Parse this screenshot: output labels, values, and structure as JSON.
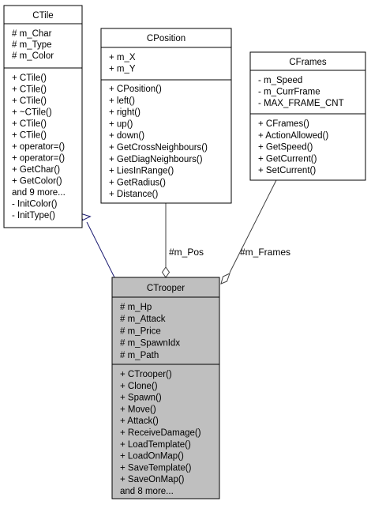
{
  "colors": {
    "box_fill": "#ffffff",
    "box_fill_highlight": "#bfbfbf",
    "border": "#000000",
    "inheritance_edge": "#191970",
    "association_edge": "#404040"
  },
  "classes": {
    "ctile": {
      "name": "CTile",
      "attributes": [
        "# m_Char",
        "# m_Type",
        "# m_Color"
      ],
      "methods": [
        "+ CTile()",
        "+ CTile()",
        "+ CTile()",
        "+ ~CTile()",
        "+ CTile()",
        "+ CTile()",
        "+ operator=()",
        "+ operator=()",
        "+ GetChar()",
        "+ GetColor()",
        "and 9 more...",
        "- InitColor()",
        "- InitType()"
      ]
    },
    "cposition": {
      "name": "CPosition",
      "attributes": [
        "+ m_X",
        "+ m_Y"
      ],
      "methods": [
        "+ CPosition()",
        "+ left()",
        "+ right()",
        "+ up()",
        "+ down()",
        "+ GetCrossNeighbours()",
        "+ GetDiagNeighbours()",
        "+ LiesInRange()",
        "+ GetRadius()",
        "+ Distance()"
      ]
    },
    "cframes": {
      "name": "CFrames",
      "attributes": [
        "- m_Speed",
        "- m_CurrFrame",
        "- MAX_FRAME_CNT"
      ],
      "methods": [
        "+ CFrames()",
        "+ ActionAllowed()",
        "+ GetSpeed()",
        "+ GetCurrent()",
        "+ SetCurrent()"
      ]
    },
    "ctrooper": {
      "name": "CTrooper",
      "attributes": [
        "# m_Hp",
        "# m_Attack",
        "# m_Price",
        "# m_SpawnIdx",
        "# m_Path"
      ],
      "methods": [
        "+ CTrooper()",
        "+ Clone()",
        "+ Spawn()",
        "+ Move()",
        "+ Attack()",
        "+ ReceiveDamage()",
        "+ LoadTemplate()",
        "+ LoadOnMap()",
        "+ SaveTemplate()",
        "+ SaveOnMap()",
        "and 8 more..."
      ]
    }
  },
  "edges": {
    "pos_label": "#m_Pos",
    "frames_label": "#m_Frames"
  }
}
